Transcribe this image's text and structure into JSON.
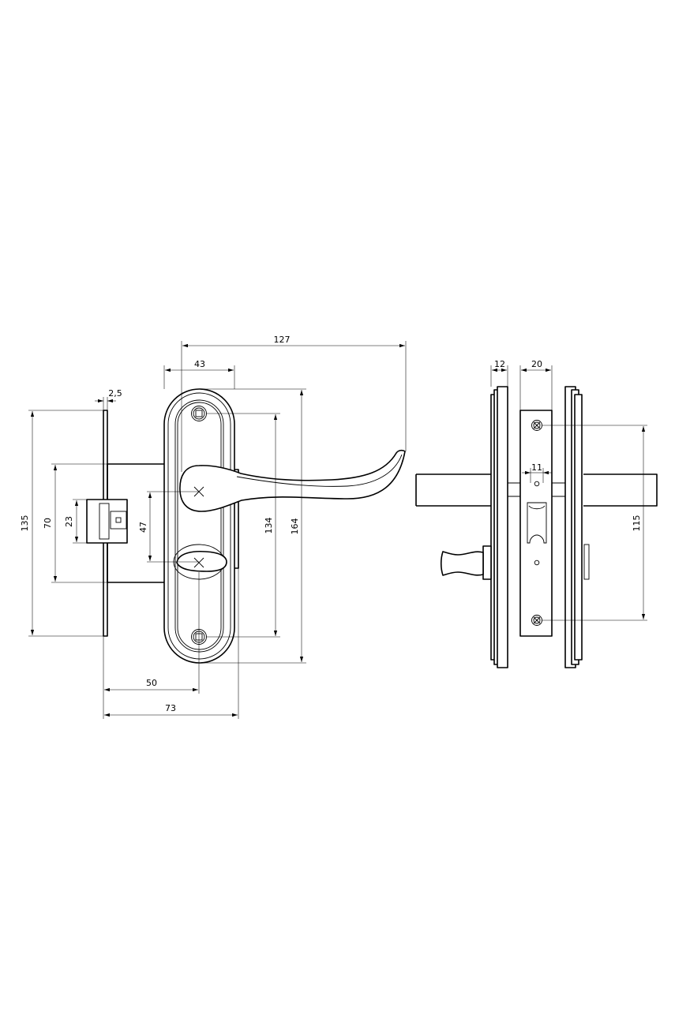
{
  "dimensions": {
    "overall_width": "127",
    "handle_plate_width": "43",
    "faceplate_thickness": "2,5",
    "faceplate_height": "135",
    "lock_body_height": "70",
    "latch_height": "23",
    "handle_to_turn_distance": "47",
    "screw_spacing": "134",
    "plate_height": "164",
    "backset": "50",
    "depth": "73",
    "rose_thickness": "12",
    "body_thickness": "20",
    "spindle_width": "11",
    "side_screw_spacing": "115"
  }
}
